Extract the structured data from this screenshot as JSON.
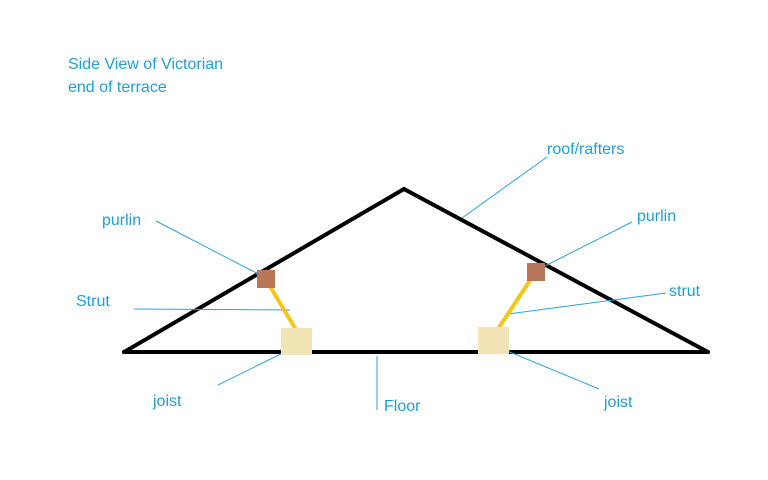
{
  "title": {
    "line1": "Side View of Victorian",
    "line2": "end of terrace"
  },
  "labels": {
    "roof": "roof/rafters",
    "purlin_left": "purlin",
    "purlin_right": "purlin",
    "strut_left": "Strut",
    "strut_right": "strut",
    "joist_left": "joist",
    "joist_right": "joist",
    "floor": "Floor"
  },
  "colors": {
    "structure": "#000000",
    "label_text": "#1E9FD8",
    "leader": "#2BA3DC",
    "purlin": "#B9775A",
    "strut": "#F5C518",
    "joist": "#F0E4B4"
  }
}
